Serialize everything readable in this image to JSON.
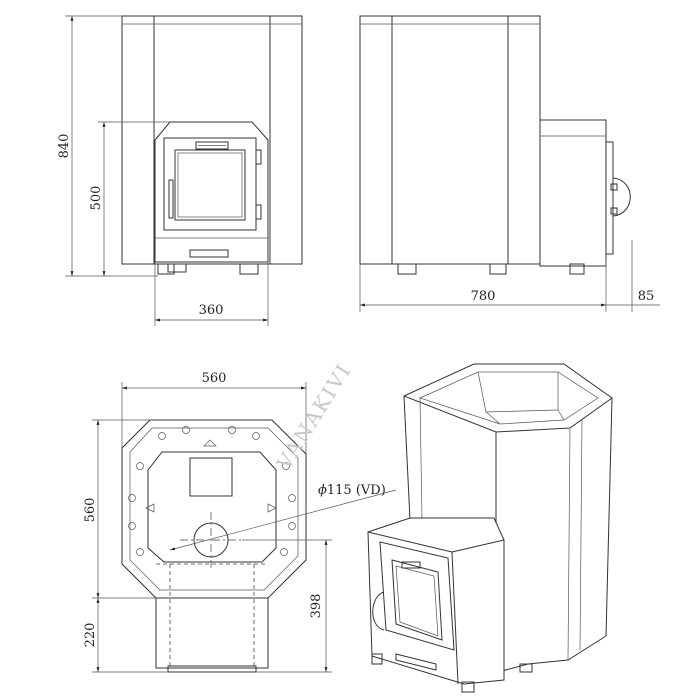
{
  "watermark": "VANAKIVI",
  "front_view": {
    "height_total": "840",
    "door_height": "500",
    "door_width": "360"
  },
  "side_view": {
    "body_length": "780",
    "handle_projection": "85"
  },
  "top_view": {
    "width": "560",
    "depth": "560",
    "flue_offset": "398",
    "firebox_extension": "220",
    "flue_label": "115 (VD)",
    "diameter_symbol": "ϕ"
  },
  "colors": {
    "line": "#333333",
    "watermark": "#c8c8c8",
    "background": "#ffffff"
  }
}
